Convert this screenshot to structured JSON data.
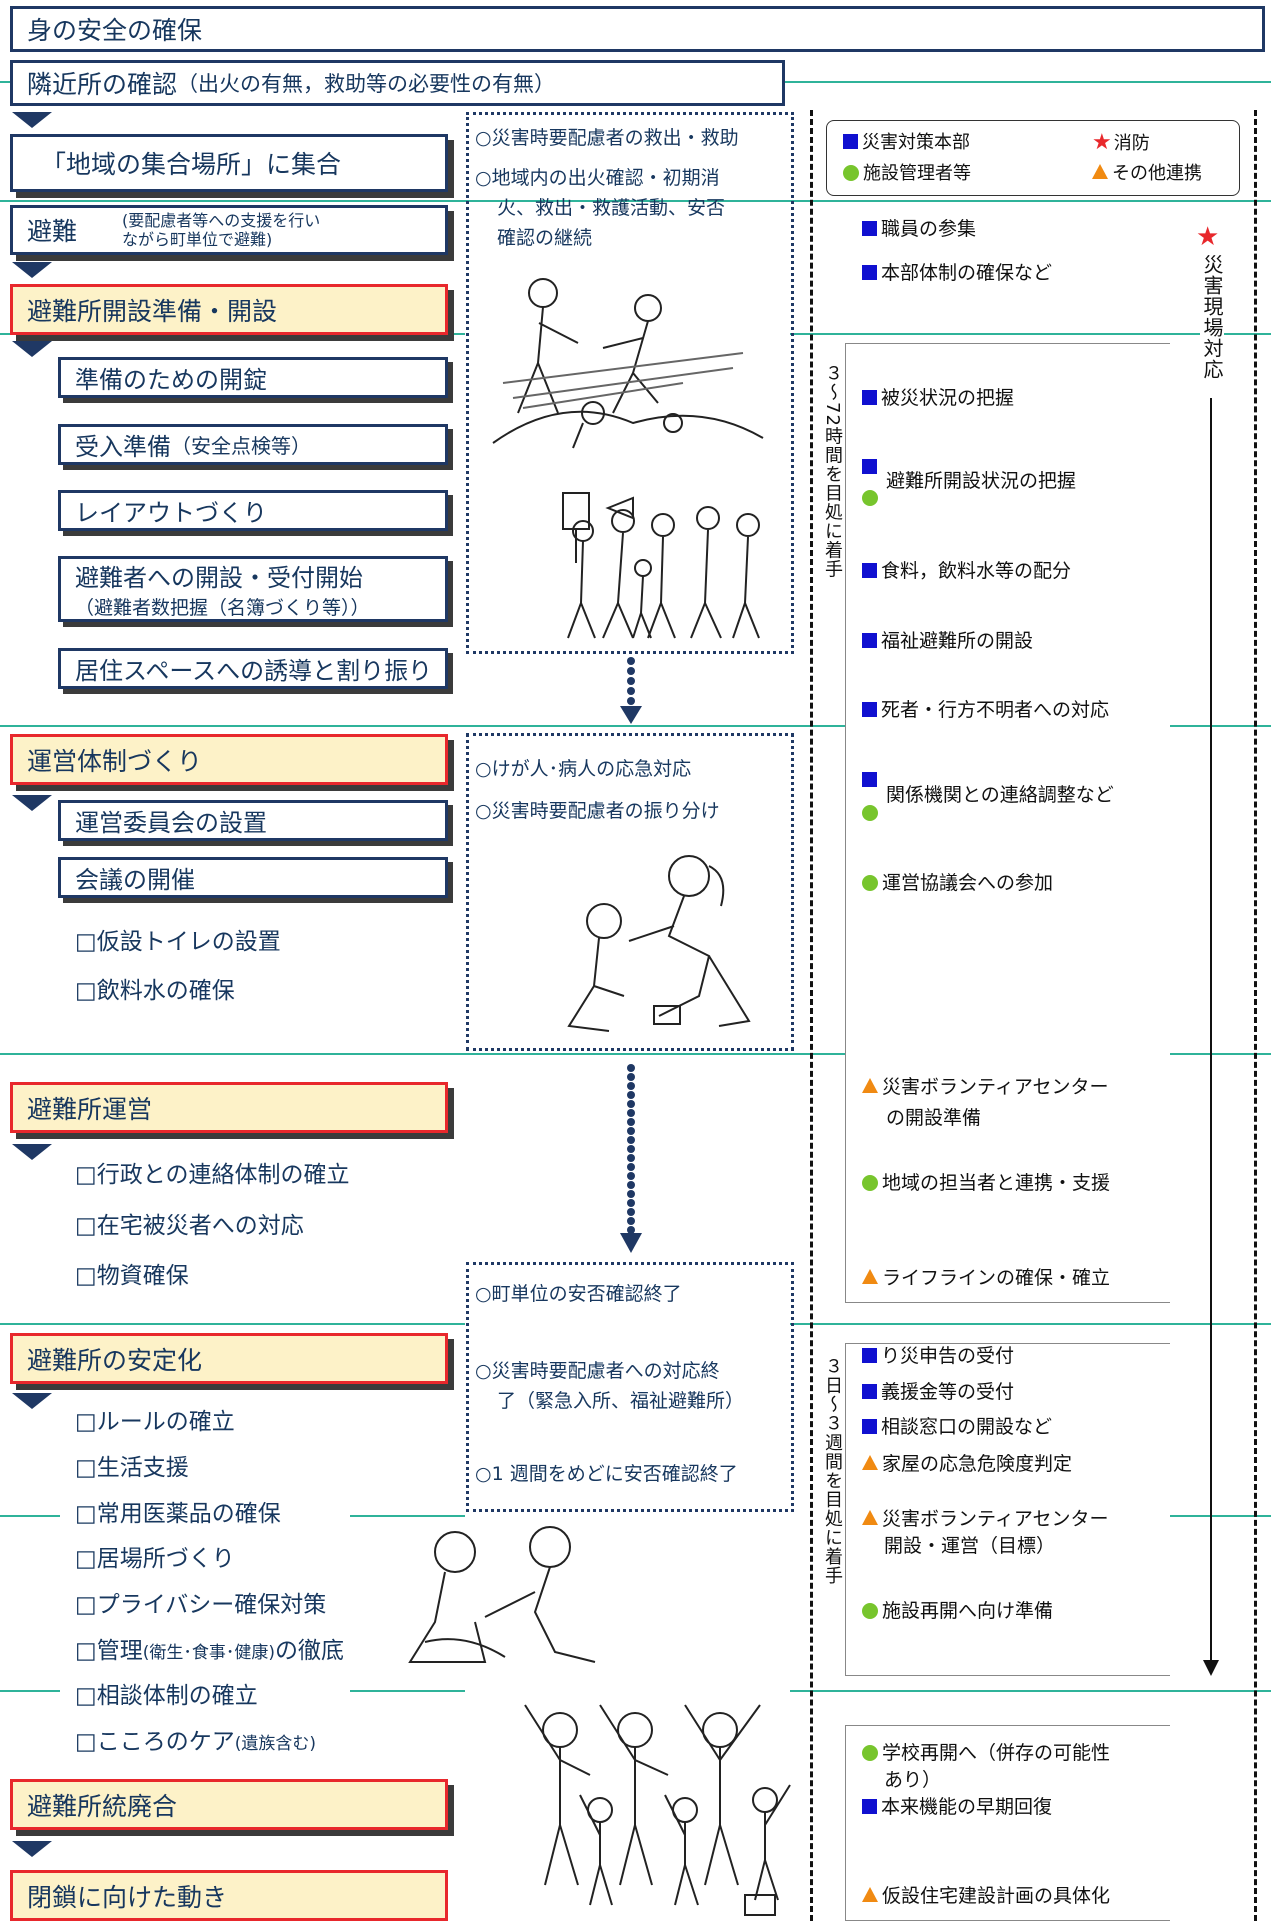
{
  "left": {
    "top1": "身の安全の確保",
    "top2_main": "隣近所の確認",
    "top2_sub": "（出火の有無，救助等の必要性の有無）",
    "gather": "「地域の集合場所」に集合",
    "evac_main": "避難",
    "evac_sub": "(要配慮者等への支援を行い　　ながら町単位で避難)",
    "open_prep": "避難所開設準備・開設",
    "unlock": "準備のための開錠",
    "recv_main": "受入準備",
    "recv_sub": "（安全点検等）",
    "layout": "レイアウトづくり",
    "open_start_1": "避難者への開設・受付開始",
    "open_start_2": "（避難者数把握（名簿づくり等））",
    "guide": "居住スペースへの誘導と割り振り",
    "ops_build": "運営体制づくり",
    "committee": "運営委員会の設置",
    "meeting": "会議の開催",
    "toilet": "□仮設トイレの設置",
    "water": "□飲料水の確保",
    "operation": "避難所運営",
    "admin_link": "□行政との連絡体制の確立",
    "home_victims": "□在宅被災者への対応",
    "supplies": "□物資確保",
    "stabilize": "避難所の安定化",
    "rules": "□ルールの確立",
    "life": "□生活支援",
    "medicine": "□常用医薬品の確保",
    "place": "□居場所づくり",
    "privacy": "□プライバシー確保対策",
    "manage_a": "□管理",
    "manage_b": "(衛生･食事･健康)",
    "manage_c": "の徹底",
    "consult": "□相談体制の確立",
    "care_a": "□こころのケア",
    "care_b": "(遺族含む)",
    "merge": "避難所統廃合",
    "closing": "閉鎖に向けた動き"
  },
  "middle": {
    "box1_l1": "○災害時要配慮者の救出・救助",
    "box1_l2": "○地域内の出火確認・初期消",
    "box1_l3": "火、救出・救護活動、安否",
    "box1_l4": "確認の継続",
    "box2_l1": "○けが人･病人の応急対応",
    "box2_l2": "○災害時要配慮者の振り分け",
    "box3_l1": "○町単位の安否確認終了",
    "box3_l2": "○災害時要配慮者への対応終",
    "box3_l3": "了（緊急入所、福祉避難所）",
    "box3_l4": "○1 週間をめどに安否確認終了"
  },
  "legend": {
    "hq": "災害対策本部",
    "fire": "消防",
    "facility": "施設管理者等",
    "other": "その他連携"
  },
  "right": {
    "staff": "職員の参集",
    "hq_sys": "本部体制の確保など",
    "damage": "被災状況の把握",
    "shelter_status": "避難所開設状況の把握",
    "food": "食料，飲料水等の配分",
    "welfare": "福祉避難所の開設",
    "missing": "死者・行方不明者への対応",
    "liaison": "関係機関との連絡調整など",
    "council": "運営協議会への参加",
    "volunteer_1": "災害ボランティアセンター",
    "volunteer_2": "の開設準備",
    "local_staff": "地域の担当者と連携・支援",
    "lifeline": "ライフラインの確保・確立",
    "cert": "り災申告の受付",
    "donation": "義援金等の受付",
    "desk": "相談窓口の開設など",
    "house": "家屋の応急危険度判定",
    "volunteer2_1": "災害ボランティアセンター",
    "volunteer2_2": "開設・運営（目標）",
    "facility_reopen": "施設再開へ向け準備",
    "school_1": "学校再開へ（併存の可能性",
    "school_2": "あり）",
    "function": "本来機能の早期回復",
    "housing": "仮設住宅建設計画の具体化"
  },
  "vertical": {
    "t1": "３〜72時間を目処に着手",
    "t2": "３日〜３週間を目処に着手",
    "fire_site": "災害現場対応"
  },
  "colors": {
    "navy": "#1f3864",
    "red": "#e8282c",
    "teal": "#2fb39a",
    "cream": "#fdf2c8",
    "blue": "#1010d0",
    "green": "#77c52d",
    "orange": "#f08a12"
  }
}
